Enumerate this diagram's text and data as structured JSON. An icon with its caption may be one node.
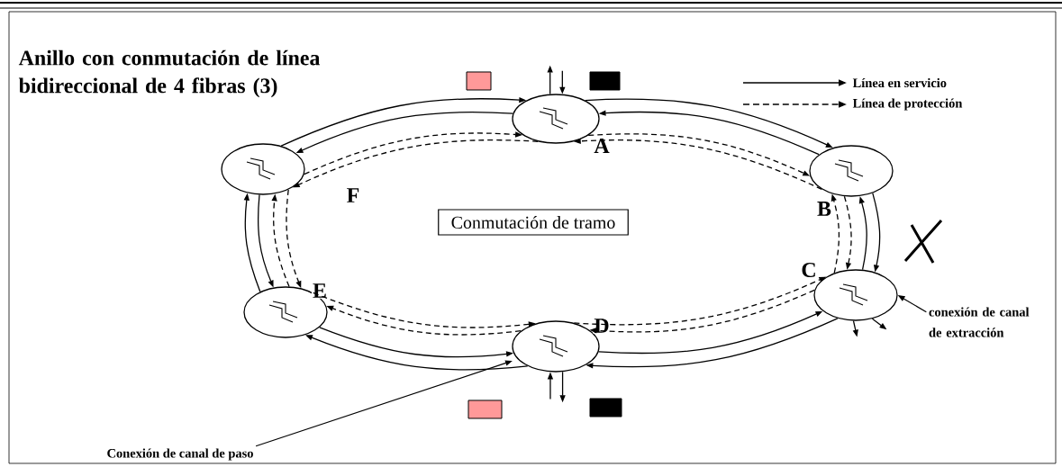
{
  "diagram": {
    "title": "Anillo con conmutación de línea bidireccional de 4 fibras (3)",
    "nodes": [
      {
        "text": [],
        "shape": "circle",
        "beside": [
          "A"
        ]
      },
      {
        "text": [],
        "shape": "circle",
        "beside": [
          "B"
        ]
      },
      {
        "text": [],
        "shape": "circle",
        "beside": [
          "C"
        ]
      },
      {
        "text": [],
        "shape": "circle",
        "beside": [
          "D"
        ]
      },
      {
        "text": [],
        "shape": "circle",
        "beside": [
          "E"
        ]
      },
      {
        "text": [],
        "shape": "circle",
        "beside": [
          "F"
        ]
      },
      {
        "text": [
          "Conmutación de tramo"
        ]
      },
      {
        "text": [
          "conexión de canal de extracción"
        ]
      },
      {
        "text": [
          "Conexión de canal de paso"
        ]
      }
    ],
    "edges": [
      {
        "from": 0,
        "to": 1,
        "arrow": "to"
      },
      {
        "from": 1,
        "to": 0,
        "arrow": "to"
      },
      {
        "from": 0,
        "to": 1,
        "arrow": "to",
        "style": "dashed"
      },
      {
        "from": 1,
        "to": 0,
        "arrow": "to",
        "style": "dashed"
      },
      {
        "from": 1,
        "to": 2,
        "arrow": "to"
      },
      {
        "from": 2,
        "to": 1,
        "arrow": "to"
      },
      {
        "from": 1,
        "to": 2,
        "arrow": "to",
        "style": "dashed"
      },
      {
        "from": 2,
        "to": 1,
        "arrow": "to",
        "style": "dashed"
      },
      {
        "from": 2,
        "to": 3,
        "arrow": "to"
      },
      {
        "from": 3,
        "to": 2,
        "arrow": "to"
      },
      {
        "from": 2,
        "to": 3,
        "arrow": "to",
        "style": "dashed"
      },
      {
        "from": 3,
        "to": 2,
        "arrow": "to",
        "style": "dashed"
      },
      {
        "from": 3,
        "to": 4,
        "arrow": "to"
      },
      {
        "from": 4,
        "to": 3,
        "arrow": "to"
      },
      {
        "from": 3,
        "to": 4,
        "arrow": "to",
        "style": "dashed"
      },
      {
        "from": 4,
        "to": 3,
        "arrow": "to",
        "style": "dashed"
      },
      {
        "from": 4,
        "to": 5,
        "arrow": "to"
      },
      {
        "from": 5,
        "to": 4,
        "arrow": "to"
      },
      {
        "from": 4,
        "to": 5,
        "arrow": "to",
        "style": "dashed"
      },
      {
        "from": 5,
        "to": 4,
        "arrow": "to",
        "style": "dashed"
      },
      {
        "from": 5,
        "to": 0,
        "arrow": "to"
      },
      {
        "from": 0,
        "to": 5,
        "arrow": "to"
      },
      {
        "from": 5,
        "to": 0,
        "arrow": "to",
        "style": "dashed"
      },
      {
        "from": 0,
        "to": 5,
        "arrow": "to",
        "style": "dashed"
      },
      {
        "from": 7,
        "to": 2,
        "arrow": "to"
      },
      {
        "from": 8,
        "to": 3,
        "arrow": "to"
      },
      {
        "from": 0,
        "to": null,
        "arrow": "to"
      },
      {
        "from": null,
        "to": 0,
        "arrow": "to"
      },
      {
        "from": null,
        "to": 3,
        "arrow": "to"
      },
      {
        "from": 3,
        "to": null,
        "arrow": "to"
      },
      {
        "from": 2,
        "to": null,
        "arrow": "to"
      },
      {
        "from": 2,
        "to": null,
        "arrow": "to"
      }
    ],
    "legend": [
      {
        "text": "Línea en servicio"
      },
      {
        "text": "Línea de protección"
      }
    ]
  }
}
